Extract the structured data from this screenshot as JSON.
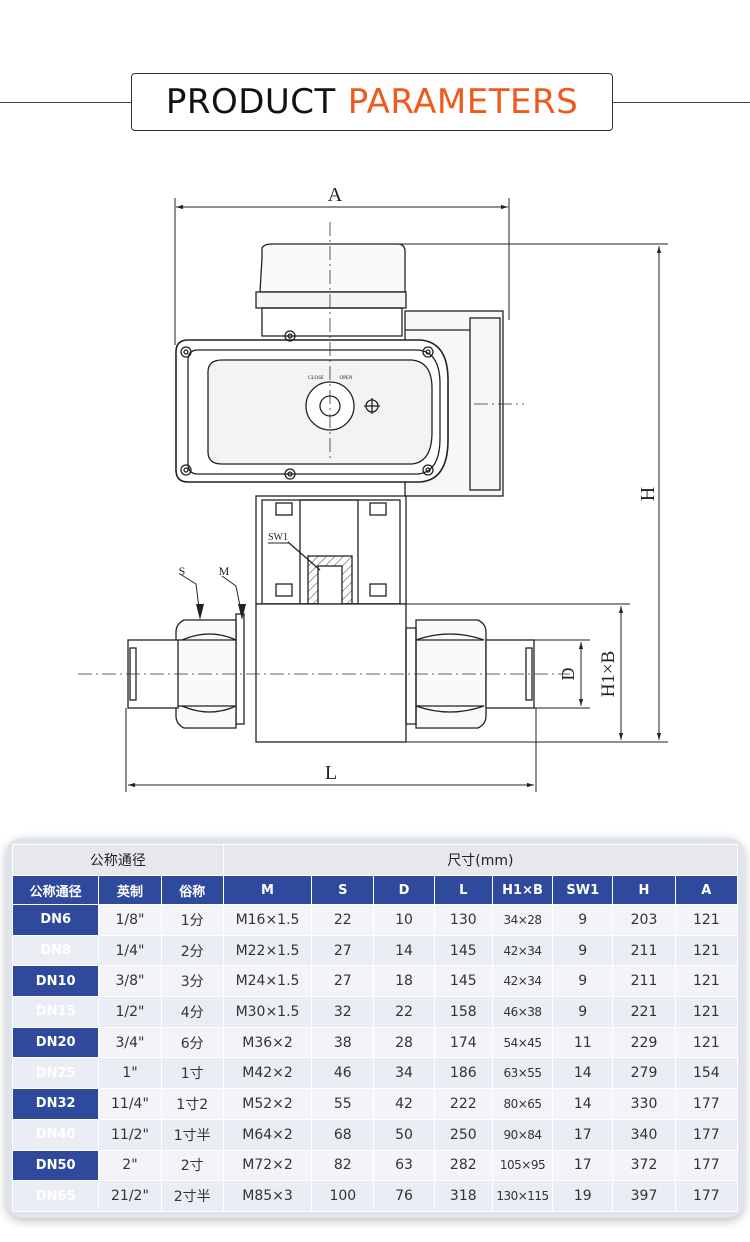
{
  "header": {
    "title_part1": "PRODUCT",
    "title_part2": "PARAMETERS",
    "accent_color": "#ef5a1c"
  },
  "drawing": {
    "labels": {
      "A": "A",
      "H": "H",
      "L": "L",
      "D": "D",
      "H1B": "H1×B",
      "S": "S",
      "M": "M",
      "SW1": "SW1",
      "close": "CLOSE",
      "open": "OPEN"
    }
  },
  "table": {
    "group_headers": {
      "nominal": "公称通径",
      "size": "尺寸(mm)"
    },
    "columns": [
      "公称通径",
      "英制",
      "俗称",
      "M",
      "S",
      "D",
      "L",
      "H1×B",
      "SW1",
      "H",
      "A"
    ],
    "rows": [
      [
        "DN6",
        "1/8\"",
        "1分",
        "M16×1.5",
        "22",
        "10",
        "130",
        "34×28",
        "9",
        "203",
        "121"
      ],
      [
        "DN8",
        "1/4\"",
        "2分",
        "M22×1.5",
        "27",
        "14",
        "145",
        "42×34",
        "9",
        "211",
        "121"
      ],
      [
        "DN10",
        "3/8\"",
        "3分",
        "M24×1.5",
        "27",
        "18",
        "145",
        "42×34",
        "9",
        "211",
        "121"
      ],
      [
        "DN15",
        "1/2\"",
        "4分",
        "M30×1.5",
        "32",
        "22",
        "158",
        "46×38",
        "9",
        "221",
        "121"
      ],
      [
        "DN20",
        "3/4\"",
        "6分",
        "M36×2",
        "38",
        "28",
        "174",
        "54×45",
        "11",
        "229",
        "121"
      ],
      [
        "DN25",
        "1\"",
        "1寸",
        "M42×2",
        "46",
        "34",
        "186",
        "63×55",
        "14",
        "279",
        "154"
      ],
      [
        "DN32",
        "11/4\"",
        "1寸2",
        "M52×2",
        "55",
        "42",
        "222",
        "80×65",
        "14",
        "330",
        "177"
      ],
      [
        "DN40",
        "11/2\"",
        "1寸半",
        "M64×2",
        "68",
        "50",
        "250",
        "90×84",
        "17",
        "340",
        "177"
      ],
      [
        "DN50",
        "2\"",
        "2寸",
        "M72×2",
        "82",
        "63",
        "282",
        "105×95",
        "17",
        "372",
        "177"
      ],
      [
        "DN65",
        "21/2\"",
        "2寸半",
        "M85×3",
        "100",
        "76",
        "318",
        "130×115",
        "19",
        "397",
        "177"
      ]
    ]
  }
}
